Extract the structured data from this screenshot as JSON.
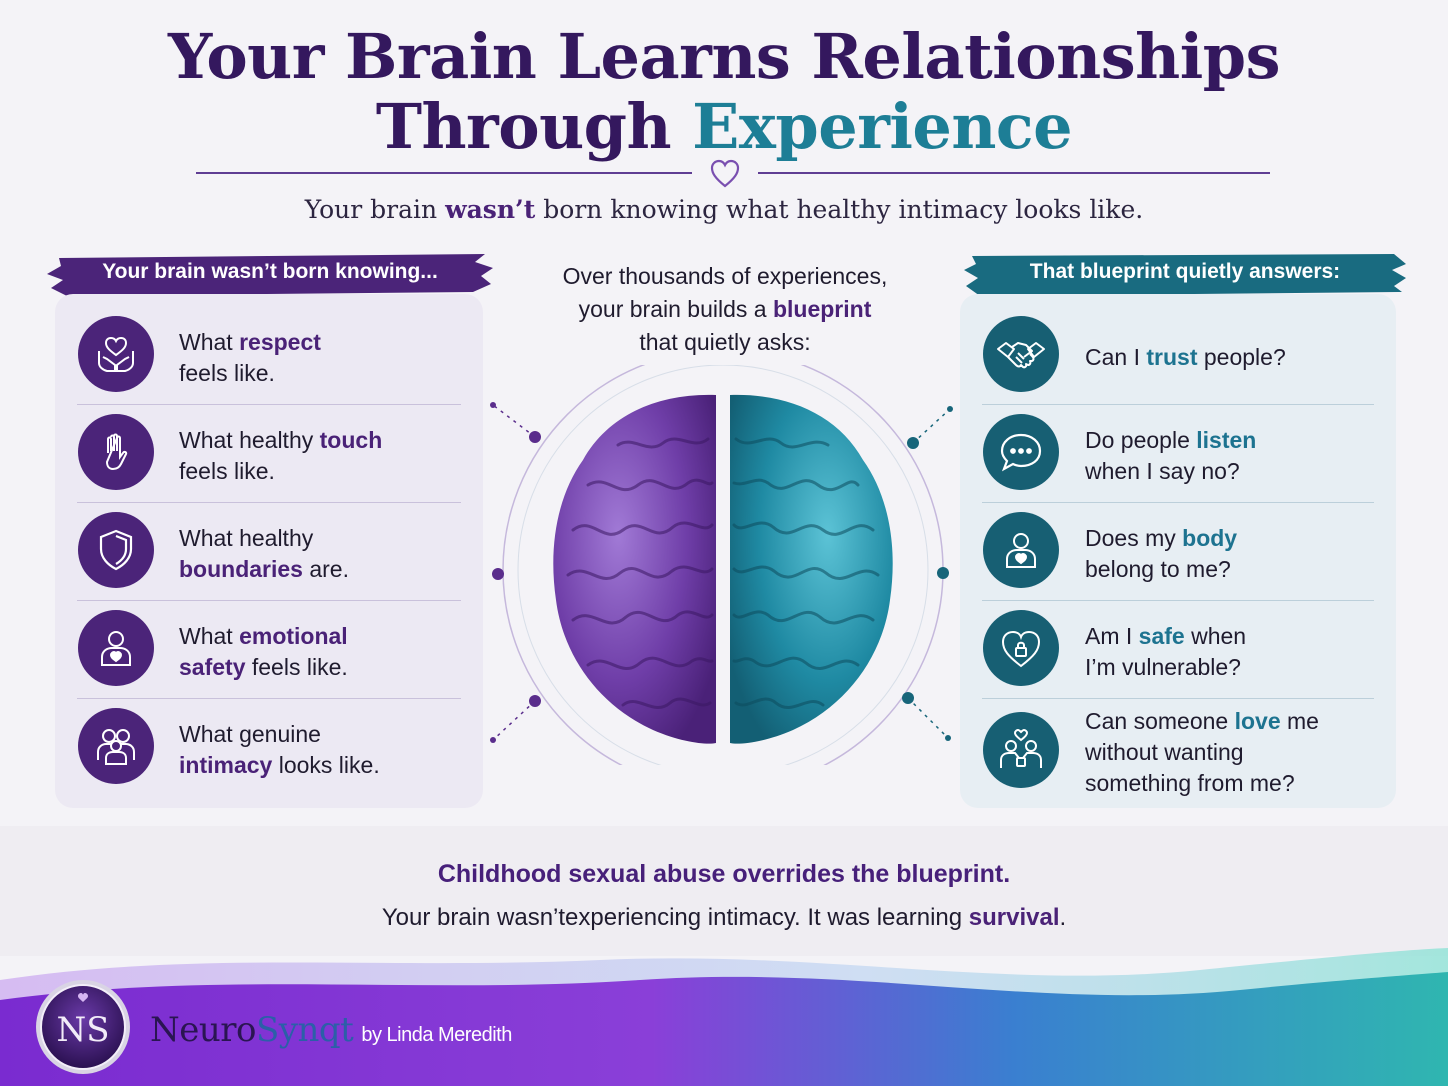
{
  "title": {
    "line1": "Your Brain Learns Relationships",
    "line2_plain": "Through ",
    "line2_accent": "Experience"
  },
  "subtitle": {
    "before": "Your brain ",
    "bold": "wasn’t",
    "after": " born knowing what healthy intimacy looks like."
  },
  "left_panel": {
    "banner": "Your brain wasn’t born knowing...",
    "items": [
      {
        "icon": "heart-hands-icon",
        "pre": "What ",
        "bold": "respect",
        "post": "",
        "line2": "feels like."
      },
      {
        "icon": "raised-hand-icon",
        "pre": "What healthy ",
        "bold": "touch",
        "post": "",
        "line2": "feels like."
      },
      {
        "icon": "shield-icon",
        "pre": "What healthy",
        "bold": "",
        "post": "",
        "line2_bold": "boundaries",
        "line2": " are."
      },
      {
        "icon": "person-heart-icon",
        "pre": "What ",
        "bold": "emotional",
        "post": "",
        "line2_bold": "safety",
        "line2": " feels like."
      },
      {
        "icon": "people-icon",
        "pre": "What genuine",
        "bold": "",
        "post": "",
        "line2_bold": "intimacy",
        "line2": " looks like."
      }
    ]
  },
  "center": {
    "line1": "Over thousands of experiences,",
    "line2_pre": "your brain builds a ",
    "line2_bold": "blueprint",
    "line3": "that quietly asks:",
    "left_color": "#7b4cb6",
    "right_color": "#1f8fa8"
  },
  "right_panel": {
    "banner": "That blueprint quietly answers:",
    "items": [
      {
        "icon": "handshake-icon",
        "pre": "Can I ",
        "bold": "trust",
        "post": " people?"
      },
      {
        "icon": "speech-bubble-icon",
        "pre": "Do people ",
        "bold": "listen",
        "post": "",
        "line2": "when I say no?"
      },
      {
        "icon": "person-heart-icon",
        "pre": "Does my ",
        "bold": "body",
        "post": "",
        "line2": "belong to me?"
      },
      {
        "icon": "heart-lock-icon",
        "pre": "Am I ",
        "bold": "safe",
        "post": " when",
        "line2": "I’m vulnerable?"
      },
      {
        "icon": "people-heart-icon",
        "pre": "Can someone ",
        "bold": "love",
        "post": " me",
        "line2": "without wanting",
        "line3": "something from me?"
      }
    ]
  },
  "bottom": {
    "headline": "Childhood sexual abuse overrides the blueprint.",
    "sub_pre": "Your brain wasn’texperiencing intimacy. It was learning ",
    "sub_bold": "survival",
    "sub_post": "."
  },
  "footer": {
    "logo_letters": "NS",
    "brand_part1": "Neuro",
    "brand_part2": "Synqt",
    "byline": "by Linda Meredith"
  }
}
